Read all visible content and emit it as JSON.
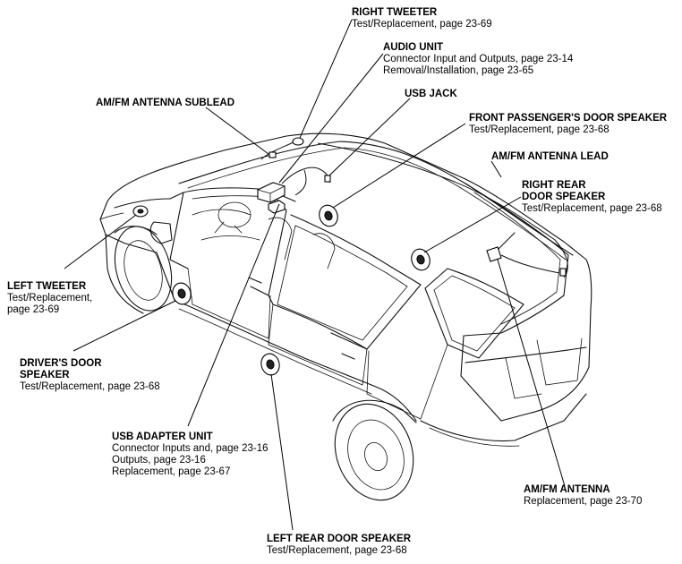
{
  "callouts": {
    "right_tweeter": {
      "title": "RIGHT TWEETER",
      "lines": [
        "Test/Replacement, page 23-69"
      ]
    },
    "audio_unit": {
      "title": "AUDIO UNIT",
      "lines": [
        "Connector Input and Outputs, page 23-14",
        "Removal/Installation, page 23-65"
      ]
    },
    "usb_jack": {
      "title": "USB JACK",
      "lines": []
    },
    "am_fm_antenna_sublead": {
      "title": "AM/FM ANTENNA SUBLEAD",
      "lines": []
    },
    "front_passenger_door_speaker": {
      "title": "FRONT PASSENGER'S DOOR SPEAKER",
      "lines": [
        "Test/Replacement, page 23-68"
      ]
    },
    "am_fm_antenna_lead": {
      "title": "AM/FM ANTENNA LEAD",
      "lines": []
    },
    "right_rear_door_speaker": {
      "title": "RIGHT REAR",
      "title2": "DOOR SPEAKER",
      "lines": [
        "Test/Replacement, page 23-68"
      ]
    },
    "left_tweeter": {
      "title": "LEFT TWEETER",
      "lines": [
        "Test/Replacement,",
        "page 23-69"
      ]
    },
    "drivers_door_speaker": {
      "title": "DRIVER'S DOOR",
      "title2": "SPEAKER",
      "lines": [
        "Test/Replacement, page 23-68"
      ]
    },
    "usb_adapter_unit": {
      "title": "USB ADAPTER UNIT",
      "lines": [
        "Connector Inputs and, page 23-16",
        "Outputs, page 23-16",
        "Replacement, page 23-67"
      ]
    },
    "am_fm_antenna": {
      "title": "AM/FM ANTENNA",
      "lines": [
        "Replacement, page 23-70"
      ]
    },
    "left_rear_door_speaker": {
      "title": "LEFT REAR DOOR SPEAKER",
      "lines": [
        "Test/Replacement, page 23-68"
      ]
    }
  }
}
